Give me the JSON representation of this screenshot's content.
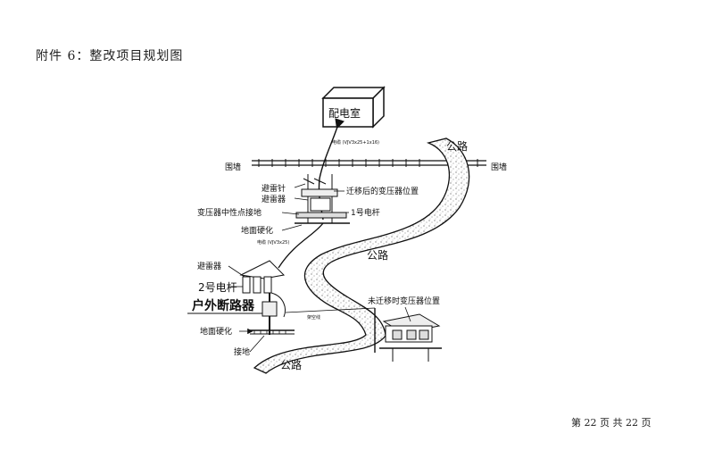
{
  "header": {
    "title": "附件 6：整改项目规划图"
  },
  "footer": {
    "page_label": "第 22 页 共 22 页"
  },
  "diagram": {
    "room": "配电室",
    "cable_top": "电缆 (VJV3x25+1x16)",
    "wall_left": "围墙",
    "wall_right": "围墙",
    "road_top": "公路",
    "road_mid": "公路",
    "road_bottom": "公路",
    "lightning_rod": "避雷针",
    "arrester_top": "避雷器",
    "new_transformer": "迁移后的变压器位置",
    "neutral_ground": "变压器中性点接地",
    "pole1": "1号电杆",
    "ground_harden_top": "地面硬化",
    "cable_mid": "电缆 (VJV3x25)",
    "arrester_left": "避雷器",
    "pole2": "2号电杆",
    "breaker": "户外断路器",
    "overhead_line": "架空线",
    "old_transformer": "未迁移时变压器位置",
    "ground_harden_bottom": "地面硬化",
    "grounding": "接地"
  }
}
